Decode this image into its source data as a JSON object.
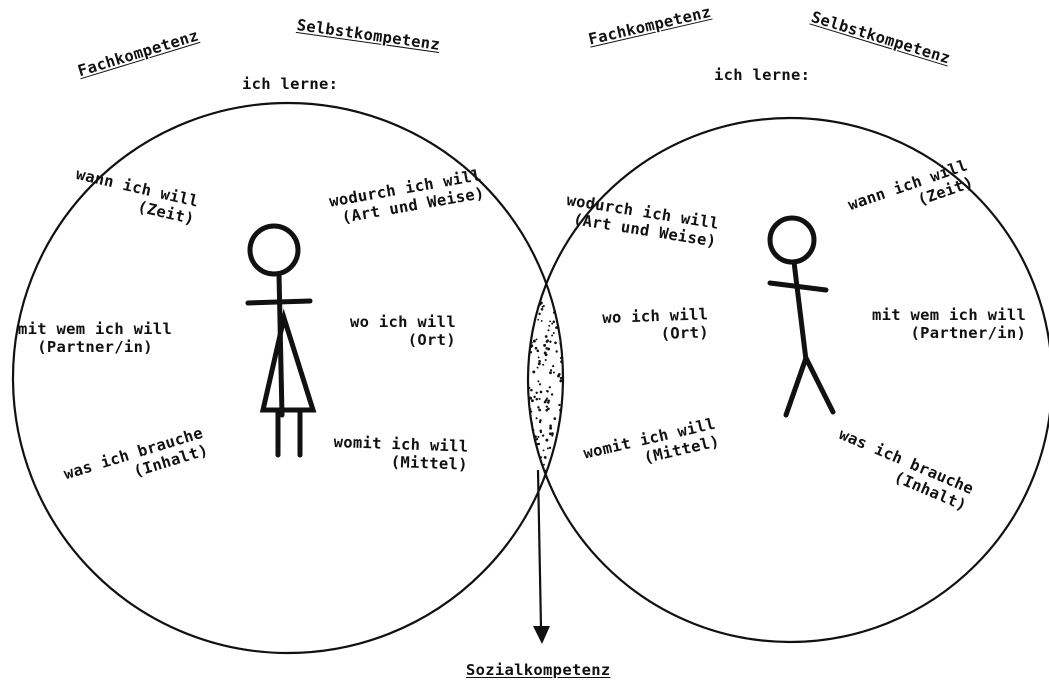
{
  "diagram": {
    "left": {
      "fachkompetenz": "Fachkompetenz",
      "selbstkompetenz": "Selbstkompetenz",
      "ich_lerne": "ich lerne:",
      "wann": "wann ich will",
      "zeit": "(Zeit)",
      "wodurch": "wodurch ich will",
      "art": "(Art und Weise)",
      "mit_wem": "mit wem ich will",
      "partner": "(Partner/in)",
      "wo": "wo ich will",
      "ort": "(Ort)",
      "was": "was ich brauche",
      "inhalt": "(Inhalt)",
      "womit": "womit ich will",
      "mittel": "(Mittel)"
    },
    "right": {
      "fachkompetenz": "Fachkompetenz",
      "selbstkompetenz": "Selbstkompetenz",
      "ich_lerne": "ich lerne:",
      "wodurch": "wodurch ich will",
      "art": "(Art und Weise)",
      "wann": "wann ich will",
      "zeit": "(Zeit)",
      "wo": "wo ich will",
      "ort": "(Ort)",
      "mit_wem": "mit wem ich will",
      "partner": "(Partner/in)",
      "womit": "womit ich will",
      "mittel": "(Mittel)",
      "was": "was ich brauche",
      "inhalt": "(Inhalt)"
    },
    "bottom": {
      "sozialkompetenz": "Sozialkompetenz"
    }
  }
}
